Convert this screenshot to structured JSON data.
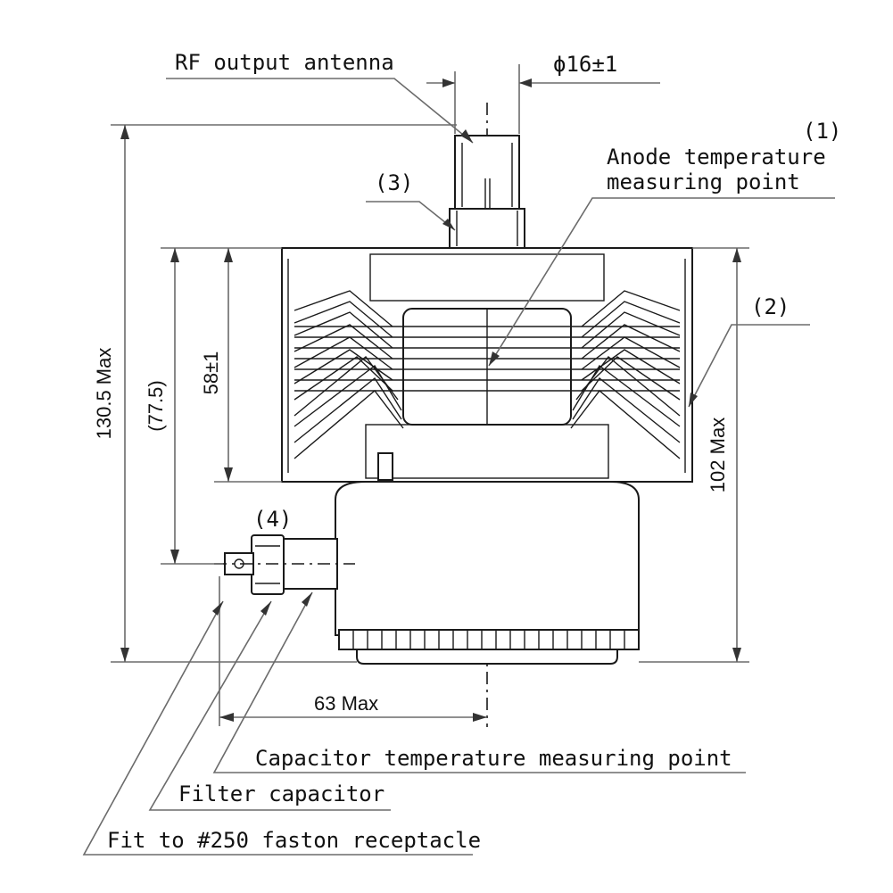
{
  "labels": {
    "rf_output_antenna": "RF output antenna",
    "anode_temp_line1": "Anode temperature",
    "anode_temp_line2": "measuring point",
    "capacitor_temp": "Capacitor temperature measuring point",
    "filter_capacitor": "Filter capacitor",
    "faston": "Fit to #250 faston receptacle"
  },
  "callouts": {
    "c1": "(1)",
    "c2": "(2)",
    "c3": "(3)",
    "c4": "(4)"
  },
  "dimensions": {
    "antenna_diameter": "ϕ16±1",
    "overall_height": "130.5 Max",
    "height_77": "(77.5)",
    "height_58": "58±1",
    "height_102": "102 Max",
    "width_63": "63 Max"
  }
}
